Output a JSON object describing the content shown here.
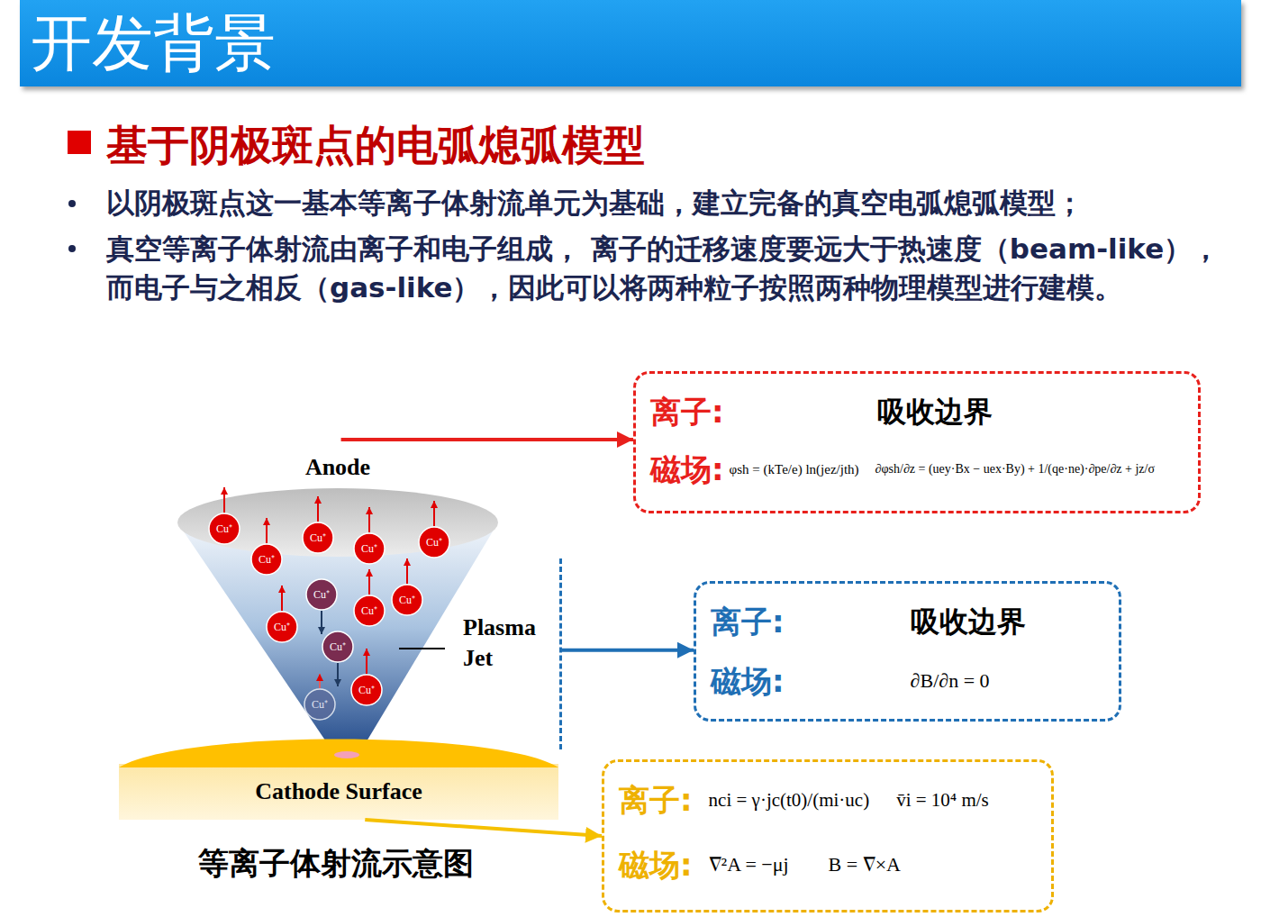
{
  "diagram": {
    "title": "开发背景",
    "caption": "等离子体射流示意图",
    "nodes": [
      {
        "text": [
          "Anode"
        ]
      },
      {
        "text": [
          "Plasma Jet"
        ]
      },
      {
        "text": [
          "Cathode Surface"
        ]
      },
      {
        "text": [
          "离子:",
          "吸收边界",
          "磁场:",
          "φsh = (kTe/e) ln(jez/jth)",
          "∂φsh/∂z = (uey·Bx − uex·By) + 1/(qe·ne)·∂pe/∂z + jz/σ"
        ]
      },
      {
        "text": [
          "离子:",
          "吸收边界",
          "磁场:",
          "∂B/∂n = 0"
        ]
      },
      {
        "text": [
          "离子:",
          "nci = γ·jc(t0)/(mi·uc)",
          "v̄i = 10⁴ m/s",
          "磁场:",
          "∇²A = −μj",
          "B = ∇×A"
        ]
      }
    ],
    "edges": [
      {
        "from": 0,
        "to": 3,
        "arrow": "to"
      },
      {
        "from": 1,
        "to": 4,
        "arrow": "to"
      },
      {
        "from": 2,
        "to": 5,
        "arrow": "to"
      }
    ],
    "labels": [
      "基于阴极斑点的电弧熄弧模型",
      "以阴极斑点这一基本等离子体射流单元为基础，建立完备的真空电弧熄弧模型；",
      "真空等离子体射流由离子和电子组成， 离子的迁移速度要远大于热速度（beam-like），而电子与之相反（gas-like），因此可以将两种粒子按照两种物理模型进行建模。",
      "Cu⁺",
      "Cu⁺",
      "Cu⁺",
      "Cu⁺",
      "Cu⁺",
      "Cu⁺",
      "Cu⁺",
      "Cu⁺",
      "Cu⁺",
      "Cu⁺",
      "Cu⁺",
      "Cu⁺"
    ]
  }
}
